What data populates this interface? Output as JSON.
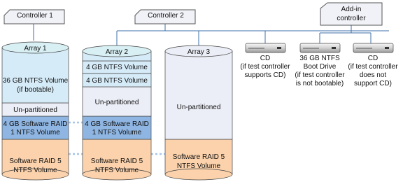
{
  "controllers": {
    "c1": "Controller 1",
    "c2": "Controller 2",
    "addin_l1": "Add-in",
    "addin_l2": "controller"
  },
  "arrays": {
    "a1": {
      "title": "Array 1",
      "vol_l1": "36 GB NTFS Volume",
      "vol_l2": "(if bootable)",
      "unpart": "Un-partitioned",
      "raid1_l1": "4 GB Software RAID",
      "raid1_l2": "1 NTFS Volume",
      "raid5_l1": "Software RAID 5",
      "raid5_l2": "NTFS Volume"
    },
    "a2": {
      "title": "Array 2",
      "vol1": "4 GB NTFS Volume",
      "vol2": "4 GB NTFS Volume",
      "unpart": "Un-partitioned",
      "raid1_l1": "4 GB Software RAID",
      "raid1_l2": "1 NTFS Volume",
      "raid5_l1": "Software RAID 5",
      "raid5_l2": "NTFS Volume"
    },
    "a3": {
      "title": "Array 3",
      "unpart": "Un-partitioned",
      "raid5_l1": "Software RAID 5",
      "raid5_l2": "NTFS Volume"
    }
  },
  "devices": {
    "cd1": {
      "l1": "CD",
      "l2": "(if test controller",
      "l3": "supports CD)"
    },
    "boot": {
      "l1": "36 GB NTFS",
      "l2": "Boot Drive",
      "l3": "(if test controller",
      "l4": "is not bootable)"
    },
    "cd2": {
      "l1": "CD",
      "l2": "(if test controller",
      "l3": "does not",
      "l4": "support CD)"
    }
  },
  "colors": {
    "array_top": "#d8f0f4",
    "blue_volume": "#d6ebf8",
    "unpartitioned": "#eceef7",
    "raid1": "#8fb6e2",
    "raid5": "#fbd2ac",
    "outline": "#444444",
    "connector": "#3d6fa8",
    "dashed_link": "#a9c4e8"
  }
}
